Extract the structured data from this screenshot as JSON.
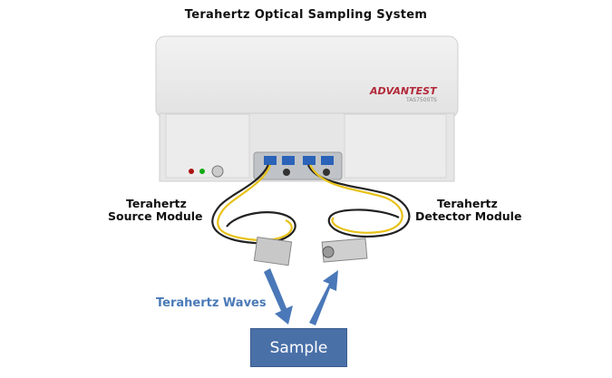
{
  "title": "Terahertz Optical Sampling System",
  "instrument": {
    "brand": "ADVANTEST",
    "model": "TAS7500TS"
  },
  "labels": {
    "source": [
      "Terahertz",
      "Source Module"
    ],
    "detector": [
      "Terahertz",
      "Detector Module"
    ],
    "waves": "Terahertz Waves",
    "sample": "Sample"
  },
  "colors": {
    "arrow": "#4a78b8",
    "sample_box": "#4a70a8",
    "waves_text": "#4a7ab8",
    "cable_yellow": "#e8c21a"
  }
}
